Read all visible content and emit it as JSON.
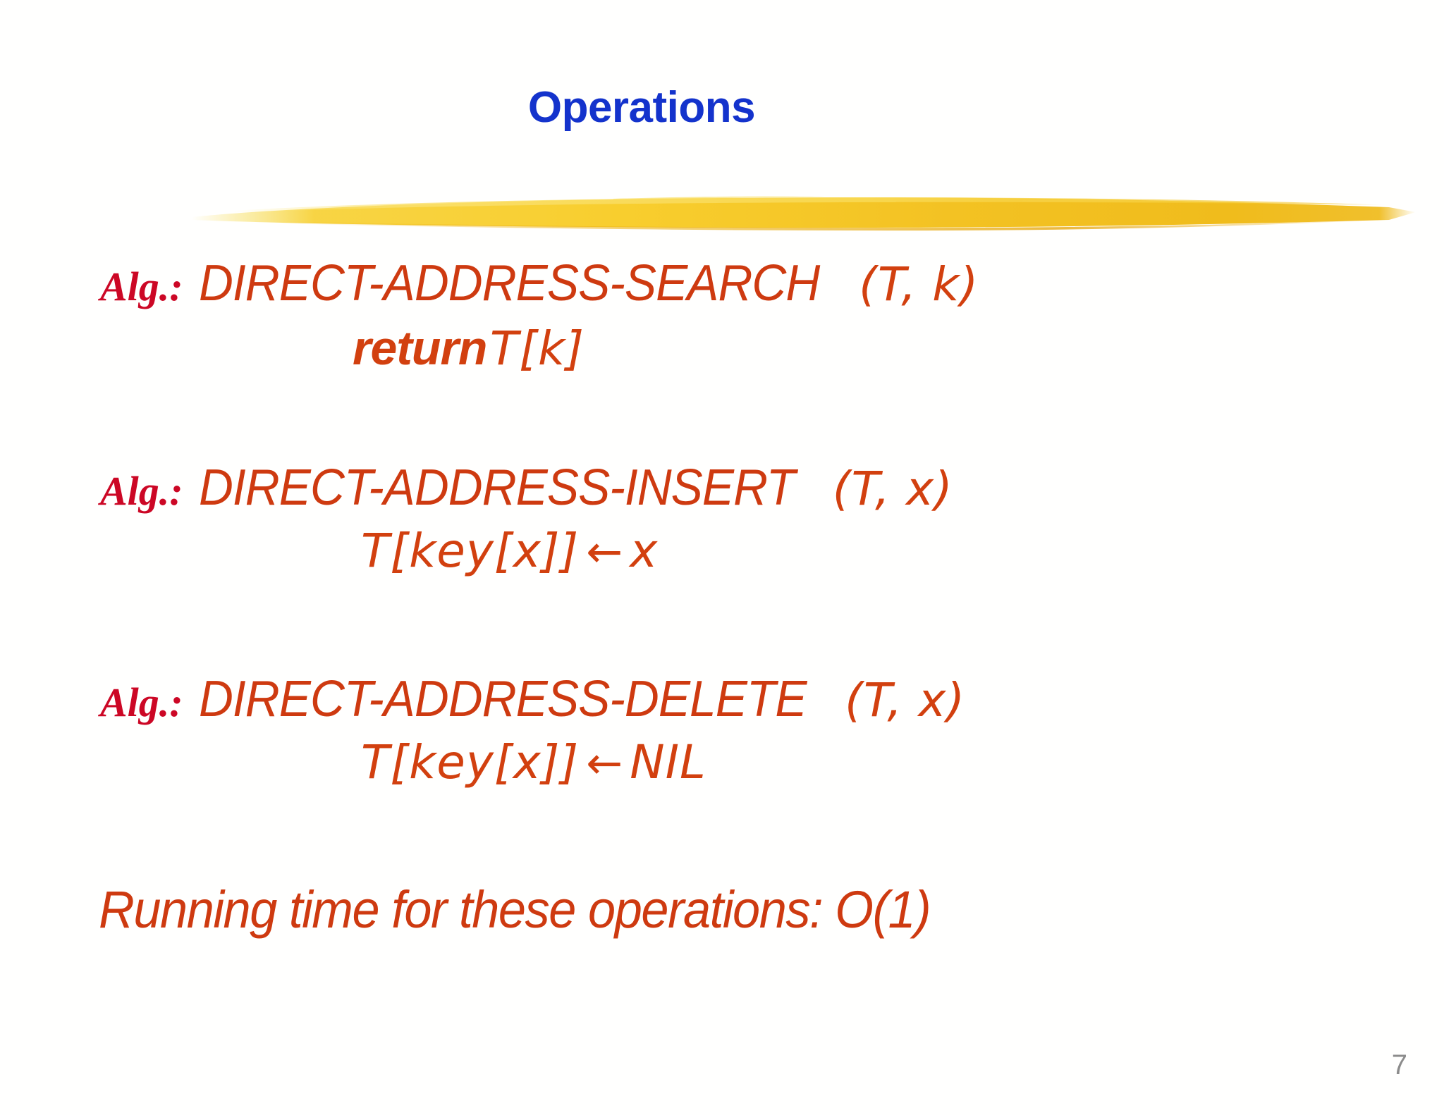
{
  "slide": {
    "title": "Operations",
    "title_color": "#1433CC",
    "accent_color": "#CE3A10",
    "label_color": "#CC0725",
    "brush_color": "#F5C02A",
    "page_number": "7"
  },
  "algorithms": [
    {
      "label": "Alg.:",
      "signature_name": "DIRECT-ADDRESS-SEARCH",
      "signature_params": "(T, k)",
      "body_keyword": "return",
      "body_expr": "T[k]",
      "body_arrow": "",
      "body_value": ""
    },
    {
      "label": "Alg.:",
      "signature_name": "DIRECT-ADDRESS-INSERT",
      "signature_params": "(T, x)",
      "body_keyword": "",
      "body_expr": "T[key[x]]",
      "body_arrow": "←",
      "body_value": "x"
    },
    {
      "label": "Alg.:",
      "signature_name": "DIRECT-ADDRESS-DELETE",
      "signature_params": "(T, x)",
      "body_keyword": "",
      "body_expr": "T[key[x]]",
      "body_arrow": "←",
      "body_value": "NIL"
    }
  ],
  "footer": {
    "running_time_text": "Running time for these operations: O(1)"
  }
}
